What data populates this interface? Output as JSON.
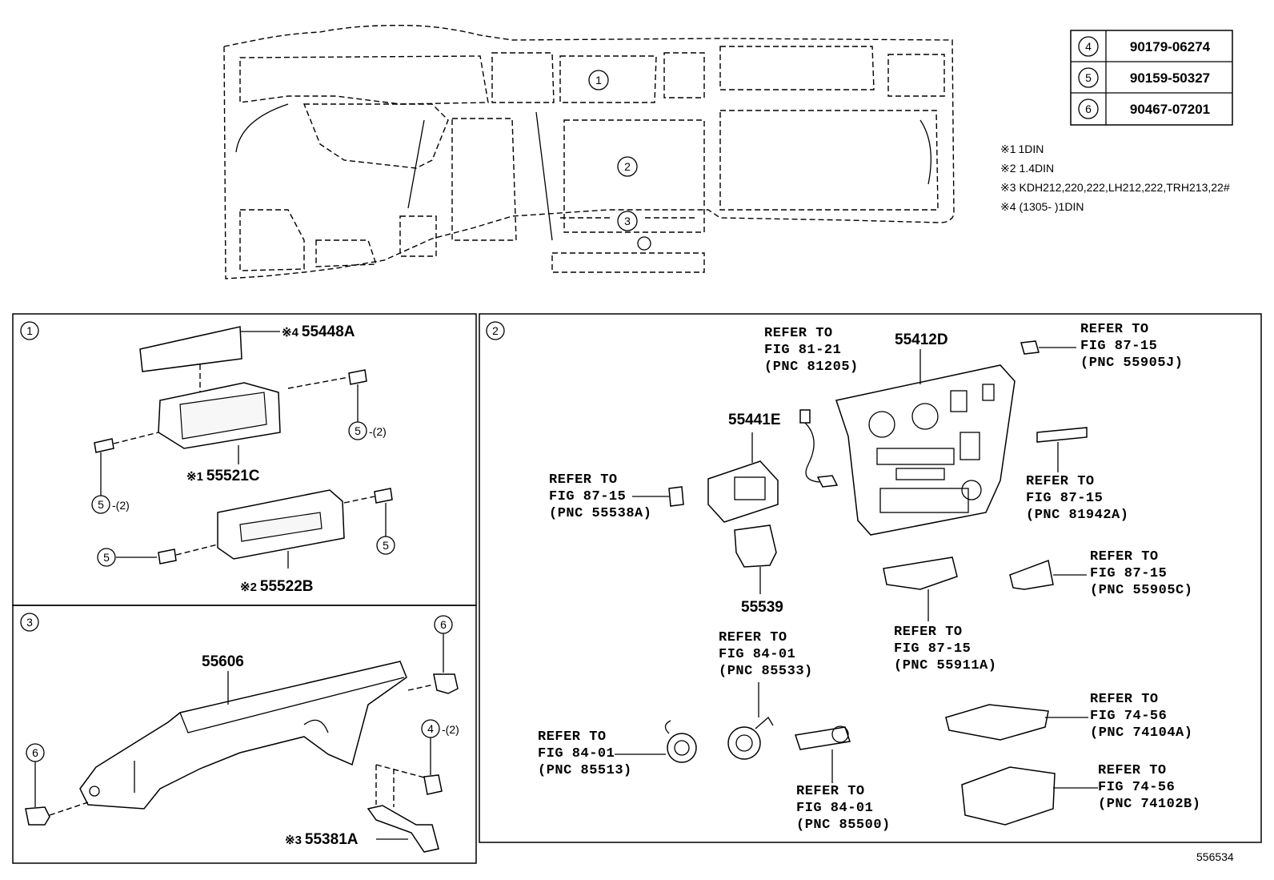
{
  "parts_table": [
    {
      "ref": "4",
      "part_no": "90179-06274"
    },
    {
      "ref": "5",
      "part_no": "90159-50327"
    },
    {
      "ref": "6",
      "part_no": "90467-07201"
    }
  ],
  "notes": [
    {
      "mark": "※1",
      "text": "1DIN"
    },
    {
      "mark": "※2",
      "text": "1.4DIN"
    },
    {
      "mark": "※3",
      "text": "KDH212,220,222,LH212,222,TRH213,22#"
    },
    {
      "mark": "※4",
      "text": "(1305-      )1DIN"
    }
  ],
  "overview": {
    "callout_1": "1",
    "callout_2": "2",
    "callout_3": "3"
  },
  "panel1": {
    "number": "1",
    "labels": [
      {
        "mark": "※4",
        "part": "55448A"
      },
      {
        "mark": "※1",
        "part": "55521C"
      },
      {
        "mark": "※2",
        "part": "55522B"
      }
    ],
    "bolts": [
      {
        "ref": "5",
        "qty": "-(2)"
      },
      {
        "ref": "5",
        "qty": "-(2)"
      },
      {
        "ref": "5",
        "qty": ""
      },
      {
        "ref": "5",
        "qty": ""
      }
    ]
  },
  "panel2": {
    "number": "2",
    "parts": [
      "55412D",
      "55441E",
      "55539"
    ],
    "refer_word": "REFER TO",
    "refs": [
      {
        "fig": "FIG 81-21",
        "pnc": "(PNC 81205)"
      },
      {
        "fig": "FIG 87-15",
        "pnc": "(PNC 55905J)"
      },
      {
        "fig": "FIG 87-15",
        "pnc": "(PNC 55538A)"
      },
      {
        "fig": "FIG 87-15",
        "pnc": "(PNC 81942A)"
      },
      {
        "fig": "FIG 87-15",
        "pnc": "(PNC 55905C)"
      },
      {
        "fig": "FIG 84-01",
        "pnc": "(PNC 85533)"
      },
      {
        "fig": "FIG 87-15",
        "pnc": "(PNC 55911A)"
      },
      {
        "fig": "FIG 74-56",
        "pnc": "(PNC 74104A)"
      },
      {
        "fig": "FIG 84-01",
        "pnc": "(PNC 85513)"
      },
      {
        "fig": "FIG 74-56",
        "pnc": "(PNC 74102B)"
      },
      {
        "fig": "FIG 84-01",
        "pnc": "(PNC 85500)"
      }
    ]
  },
  "panel3": {
    "number": "3",
    "part_main": "55606",
    "bracket": {
      "mark": "※3",
      "part": "55381A"
    },
    "clips": [
      {
        "ref": "6",
        "qty": ""
      },
      {
        "ref": "4",
        "qty": "-(2)"
      },
      {
        "ref": "6",
        "qty": ""
      }
    ]
  },
  "figure_id": "556534"
}
